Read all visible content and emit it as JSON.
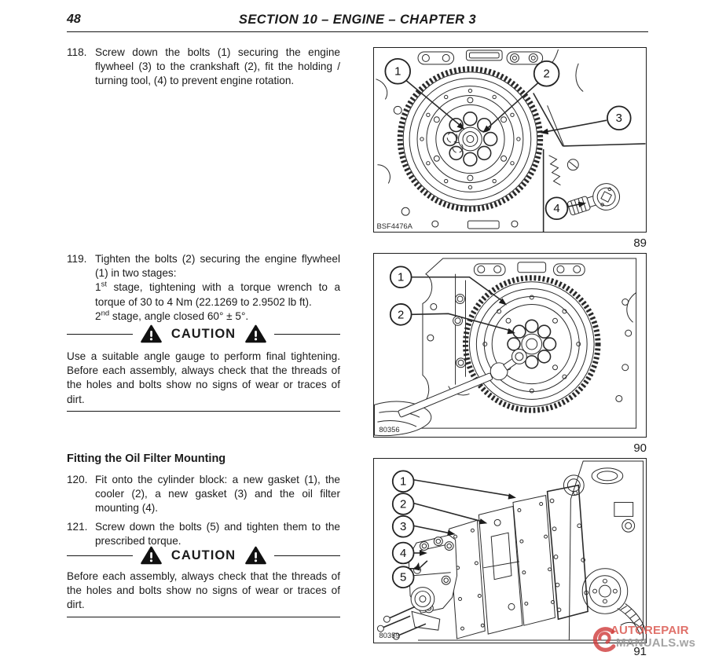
{
  "page": {
    "number": "48",
    "title": "SECTION 10 – ENGINE – CHAPTER 3"
  },
  "steps": {
    "s118": {
      "num": "118.",
      "text": "Screw down the bolts (1) securing the engine flywheel (3) to the crankshaft (2), fit the holding / turning tool, (4) to prevent engine rotation."
    },
    "s119": {
      "num": "119.",
      "intro": "Tighten the bolts (2) securing the engine flywheel (1) in two stages:",
      "stage1_num": "1",
      "stage1_sup": "st",
      "stage1_rest": "stage, tightening with a torque wrench to a torque of 30 to 4 Nm (22.1269 to 2.9502 lb ft).",
      "stage2_num": "2",
      "stage2_sup": "nd",
      "stage2_rest": "stage, angle closed 60° ± 5°."
    },
    "s120": {
      "num": "120.",
      "text": "Fit onto the cylinder block: a new gasket (1), the cooler (2), a new gasket (3) and the oil filter mounting (4)."
    },
    "s121": {
      "num": "121.",
      "text": "Screw down the bolts (5) and tighten them to the prescribed torque."
    }
  },
  "cautions": {
    "first": {
      "label": "CAUTION",
      "text": "Use a suitable angle gauge to perform final tightening. Before each assembly, always check that the threads of the holes and bolts show no signs of wear or traces of dirt."
    },
    "second": {
      "label": "CAUTION",
      "text": "Before each assembly, always check that the threads of the holes and bolts show no signs of wear or traces of dirt."
    }
  },
  "headings": {
    "oil_filter": "Fitting the Oil Filter Mounting"
  },
  "figures": [
    {
      "label": "BSF4476A",
      "number": "89",
      "callouts": [
        "1",
        "2",
        "3",
        "4"
      ]
    },
    {
      "label": "80356",
      "number": "90",
      "callouts": [
        "1",
        "2"
      ]
    },
    {
      "label": "80359",
      "number": "91",
      "callouts": [
        "1",
        "2",
        "3",
        "4",
        "5"
      ]
    }
  ],
  "watermark": {
    "top": "AUTOREPAIR",
    "bottom": "MANUALS.ws"
  },
  "colors": {
    "ink": "#1b1b1b",
    "watermark_red": "#db5850",
    "watermark_gray": "#949494"
  }
}
